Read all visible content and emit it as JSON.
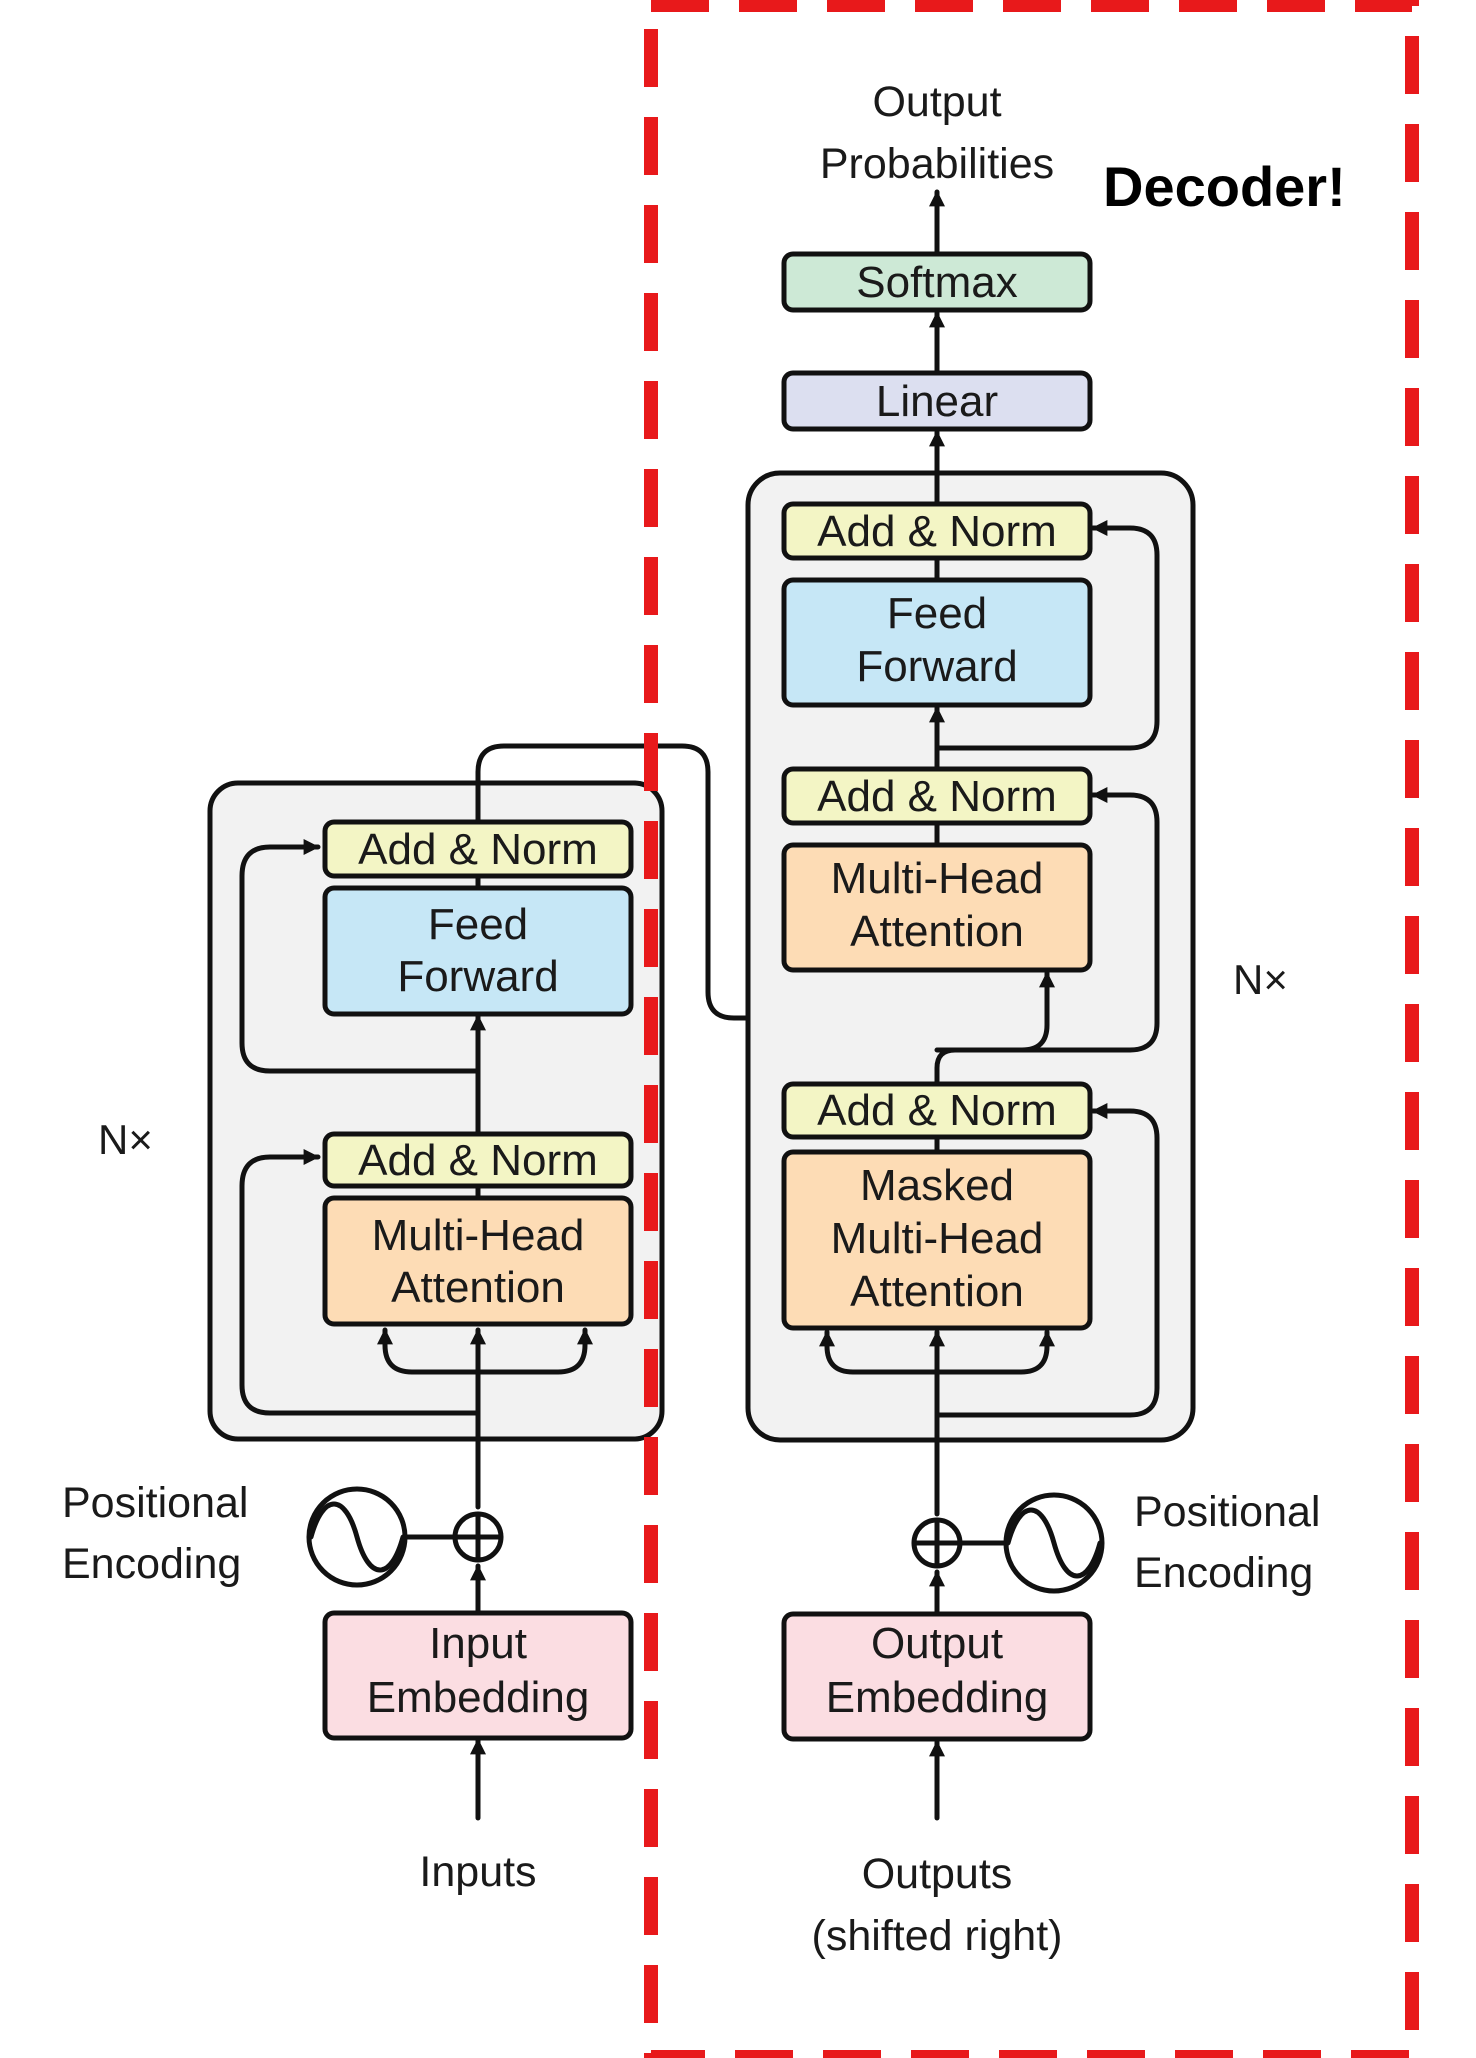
{
  "annotation": {
    "label": "Decoder!",
    "color": "#e8191b"
  },
  "colors": {
    "add_norm": "#f3f5c5",
    "feed_forward": "#c6e7f6",
    "attention": "#fddcb5",
    "embedding": "#fbdde2",
    "linear": "#dcdff0",
    "softmax": "#cde9d6",
    "stack_bg": "#f2f2f2"
  },
  "encoder": {
    "repeat_label": "N×",
    "add_norm_top": "Add & Norm",
    "feed_forward": [
      "Feed",
      "Forward"
    ],
    "add_norm_bottom": "Add & Norm",
    "attention": [
      "Multi-Head",
      "Attention"
    ],
    "positional_encoding": [
      "Positional",
      "Encoding"
    ],
    "embedding": [
      "Input",
      "Embedding"
    ],
    "input_label": "Inputs"
  },
  "decoder": {
    "repeat_label": "N×",
    "output_label": [
      "Output",
      "Probabilities"
    ],
    "softmax": "Softmax",
    "linear": "Linear",
    "add_norm_top": "Add & Norm",
    "feed_forward": [
      "Feed",
      "Forward"
    ],
    "add_norm_mid": "Add & Norm",
    "attention": [
      "Multi-Head",
      "Attention"
    ],
    "add_norm_bottom": "Add & Norm",
    "masked_attention": [
      "Masked",
      "Multi-Head",
      "Attention"
    ],
    "positional_encoding": [
      "Positional",
      "Encoding"
    ],
    "embedding": [
      "Output",
      "Embedding"
    ],
    "input_label": [
      "Outputs",
      "(shifted right)"
    ]
  }
}
